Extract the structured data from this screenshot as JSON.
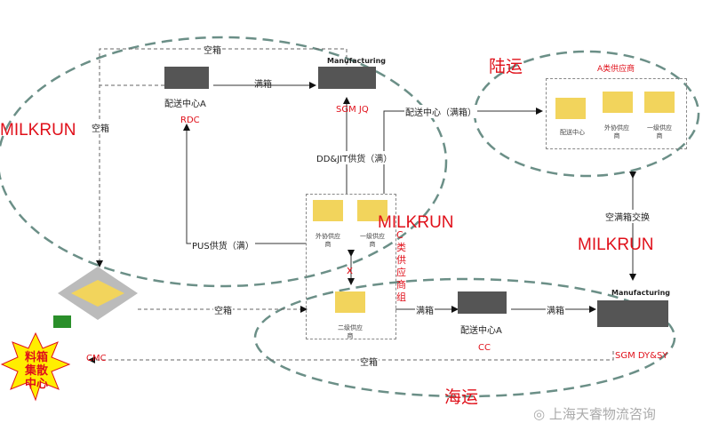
{
  "regions": {
    "milkrun_left": "MILKRUN",
    "land": "陆运",
    "milkrun_center": "MILKRUN",
    "milkrun_right": "MILKRUN",
    "sea": "海运"
  },
  "nodes": {
    "dc_a_top": "配送中心A",
    "rdc": "RDC",
    "manufacturing_top": "Manufacturing",
    "sgm_jq": "SGM JQ",
    "a_suppliers_title": "A类供应商",
    "a_dc": "配送中心",
    "a_outsource": "外协供应商",
    "a_tier1": "一级供应商",
    "c_outsource": "外协供应商",
    "c_tier1": "一级供应商",
    "c_tier2": "二级供应商",
    "c_group": "C类供应商组",
    "dc_a_bottom": "配送中心A",
    "cc": "CC",
    "manufacturing_bottom": "Manufacturing",
    "sgm_dysy": "SGM DY&SY",
    "cmc": "CMC",
    "hub": "料箱集散中心"
  },
  "edges": {
    "top_empty": "空箱",
    "top_full": "满箱",
    "left_empty": "空箱",
    "dc_full": "配送中心（满箱）",
    "ddjit": "DD&JIT供货（满）",
    "pus": "PUS供货（满）",
    "cmc_empty": "空箱",
    "c_full": "满箱",
    "cc_full": "满箱",
    "bottom_empty": "空箱",
    "exchange": "空满箱交换"
  },
  "watermark": "上海天睿物流咨询",
  "colors": {
    "red": "#e0101a",
    "ellipse": "#6b8f87",
    "building": "#f2d45c"
  }
}
